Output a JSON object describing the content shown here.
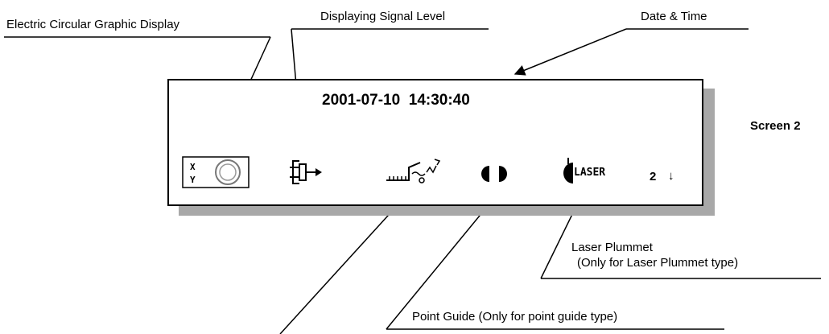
{
  "screen": {
    "datetime": "2001-07-10  14:30:40",
    "page_number": "2",
    "scroll_arrow": "↓",
    "laser_text": "LASER",
    "xy_top": "X",
    "xy_bottom": "Y"
  },
  "screen_label": "Screen 2",
  "callouts": {
    "circular_display": "Electric Circular Graphic Display",
    "signal_level": "Displaying Signal Level",
    "date_time": "Date & Time",
    "laser_plummet": "Laser Plummet",
    "laser_plummet_note": "(Only for Laser Plummet type)",
    "point_guide": "Point Guide (Only for point guide type)"
  }
}
